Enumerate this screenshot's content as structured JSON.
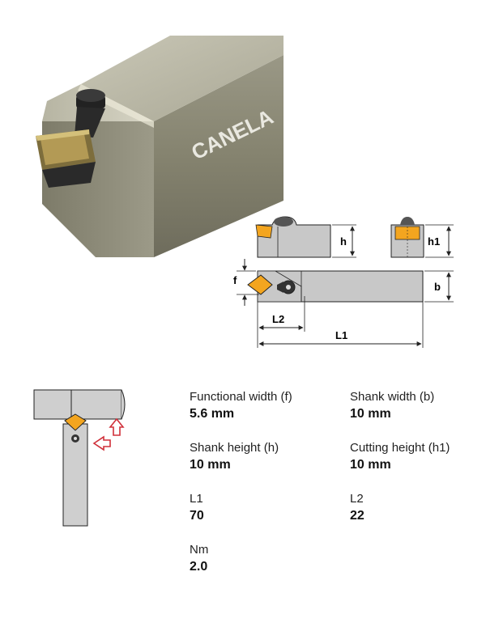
{
  "product": {
    "brand": "CANELA"
  },
  "colors": {
    "steel": "#8e8c7c",
    "steel_dark": "#5d5b4f",
    "insert_gold": "#f3a51f",
    "outline": "#222222",
    "arrow_red": "#d0303a",
    "diagram_gray": "#c8c8c8"
  },
  "diagram": {
    "labels": {
      "h": "h",
      "h1": "h1",
      "f": "f",
      "b": "b",
      "L1": "L1",
      "L2": "L2"
    }
  },
  "specs": [
    {
      "label": "Functional width (f)",
      "value": "5.6 mm"
    },
    {
      "label": "Shank width (b)",
      "value": "10 mm"
    },
    {
      "label": "Shank height (h)",
      "value": "10 mm"
    },
    {
      "label": "Cutting height (h1)",
      "value": "10 mm"
    },
    {
      "label": "L1",
      "value": "70"
    },
    {
      "label": "L2",
      "value": "22"
    },
    {
      "label": "Nm",
      "value": "2.0"
    }
  ]
}
